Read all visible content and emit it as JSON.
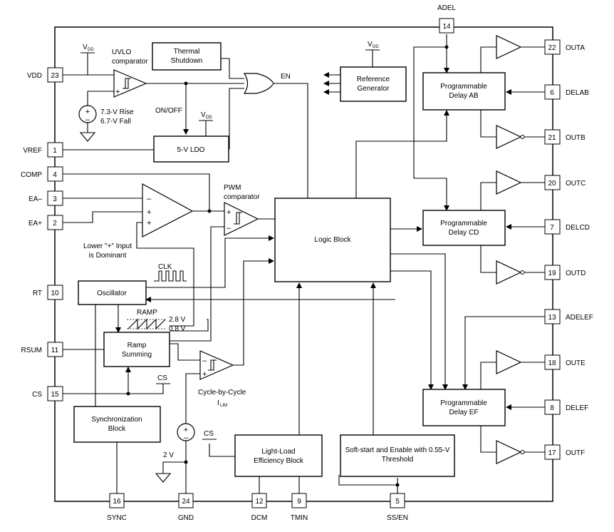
{
  "pins": {
    "adel": {
      "num": "14",
      "label": "ADEL"
    },
    "vdd": {
      "num": "23",
      "label": "VDD"
    },
    "vref": {
      "num": "1",
      "label": "VREF"
    },
    "comp": {
      "num": "4",
      "label": "COMP"
    },
    "ea_minus": {
      "num": "3",
      "label": "EA–"
    },
    "ea_plus": {
      "num": "2",
      "label": "EA+"
    },
    "rt": {
      "num": "10",
      "label": "RT"
    },
    "rsum": {
      "num": "11",
      "label": "RSUM"
    },
    "cs": {
      "num": "15",
      "label": "CS"
    },
    "sync": {
      "num": "16",
      "label": "SYNC"
    },
    "gnd": {
      "num": "24",
      "label": "GND"
    },
    "dcm": {
      "num": "12",
      "label": "DCM"
    },
    "tmin": {
      "num": "9",
      "label": "TMIN"
    },
    "ss_en": {
      "num": "5",
      "label": "SS/EN"
    },
    "outa": {
      "num": "22",
      "label": "OUTA"
    },
    "delab": {
      "num": "6",
      "label": "DELAB"
    },
    "outb": {
      "num": "21",
      "label": "OUTB"
    },
    "outc": {
      "num": "20",
      "label": "OUTC"
    },
    "delcd": {
      "num": "7",
      "label": "DELCD"
    },
    "outd": {
      "num": "19",
      "label": "OUTD"
    },
    "adelef": {
      "num": "13",
      "label": "ADELEF"
    },
    "oute": {
      "num": "18",
      "label": "OUTE"
    },
    "delef": {
      "num": "8",
      "label": "DELEF"
    },
    "outf": {
      "num": "17",
      "label": "OUTF"
    }
  },
  "blocks": {
    "thermal": [
      "Thermal",
      "Shutdown"
    ],
    "ldo": "5-V LDO",
    "reference": [
      "Reference",
      "Generator"
    ],
    "delay_ab": [
      "Programmable",
      "Delay AB"
    ],
    "delay_cd": [
      "Programmable",
      "Delay CD"
    ],
    "delay_ef": [
      "Programmable",
      "Delay EF"
    ],
    "logic": "Logic Block",
    "oscillator": "Oscillator",
    "ramp_summing": [
      "Ramp",
      "Summing"
    ],
    "sync": [
      "Synchronization",
      "Block"
    ],
    "light_load": [
      "Light-Load",
      "Efficiency Block"
    ],
    "softstart": [
      "Soft-start and Enable with 0.55-V",
      "Threshold"
    ]
  },
  "labels": {
    "vdd_sym": "V",
    "vdd_sub": "DD",
    "uvlo": [
      "UVLO",
      "comparator"
    ],
    "thresholds": [
      "7.3-V Rise",
      "6.7-V Fall"
    ],
    "on_off": "ON/OFF",
    "en": "EN",
    "pwm": [
      "PWM",
      "comparator"
    ],
    "lower_plus": [
      "Lower \"+\" Input",
      "is Dominant"
    ],
    "clk": "CLK",
    "ramp": "RAMP",
    "ramp_high": "2.8 V",
    "ramp_low": "0.8 V",
    "cs": "CS",
    "cycle_by_cycle": "Cycle-by-Cycle",
    "ilim_main": "I",
    "ilim_sub": "LIM",
    "two_v": "2 V",
    "plus": "+",
    "minus": "–"
  }
}
